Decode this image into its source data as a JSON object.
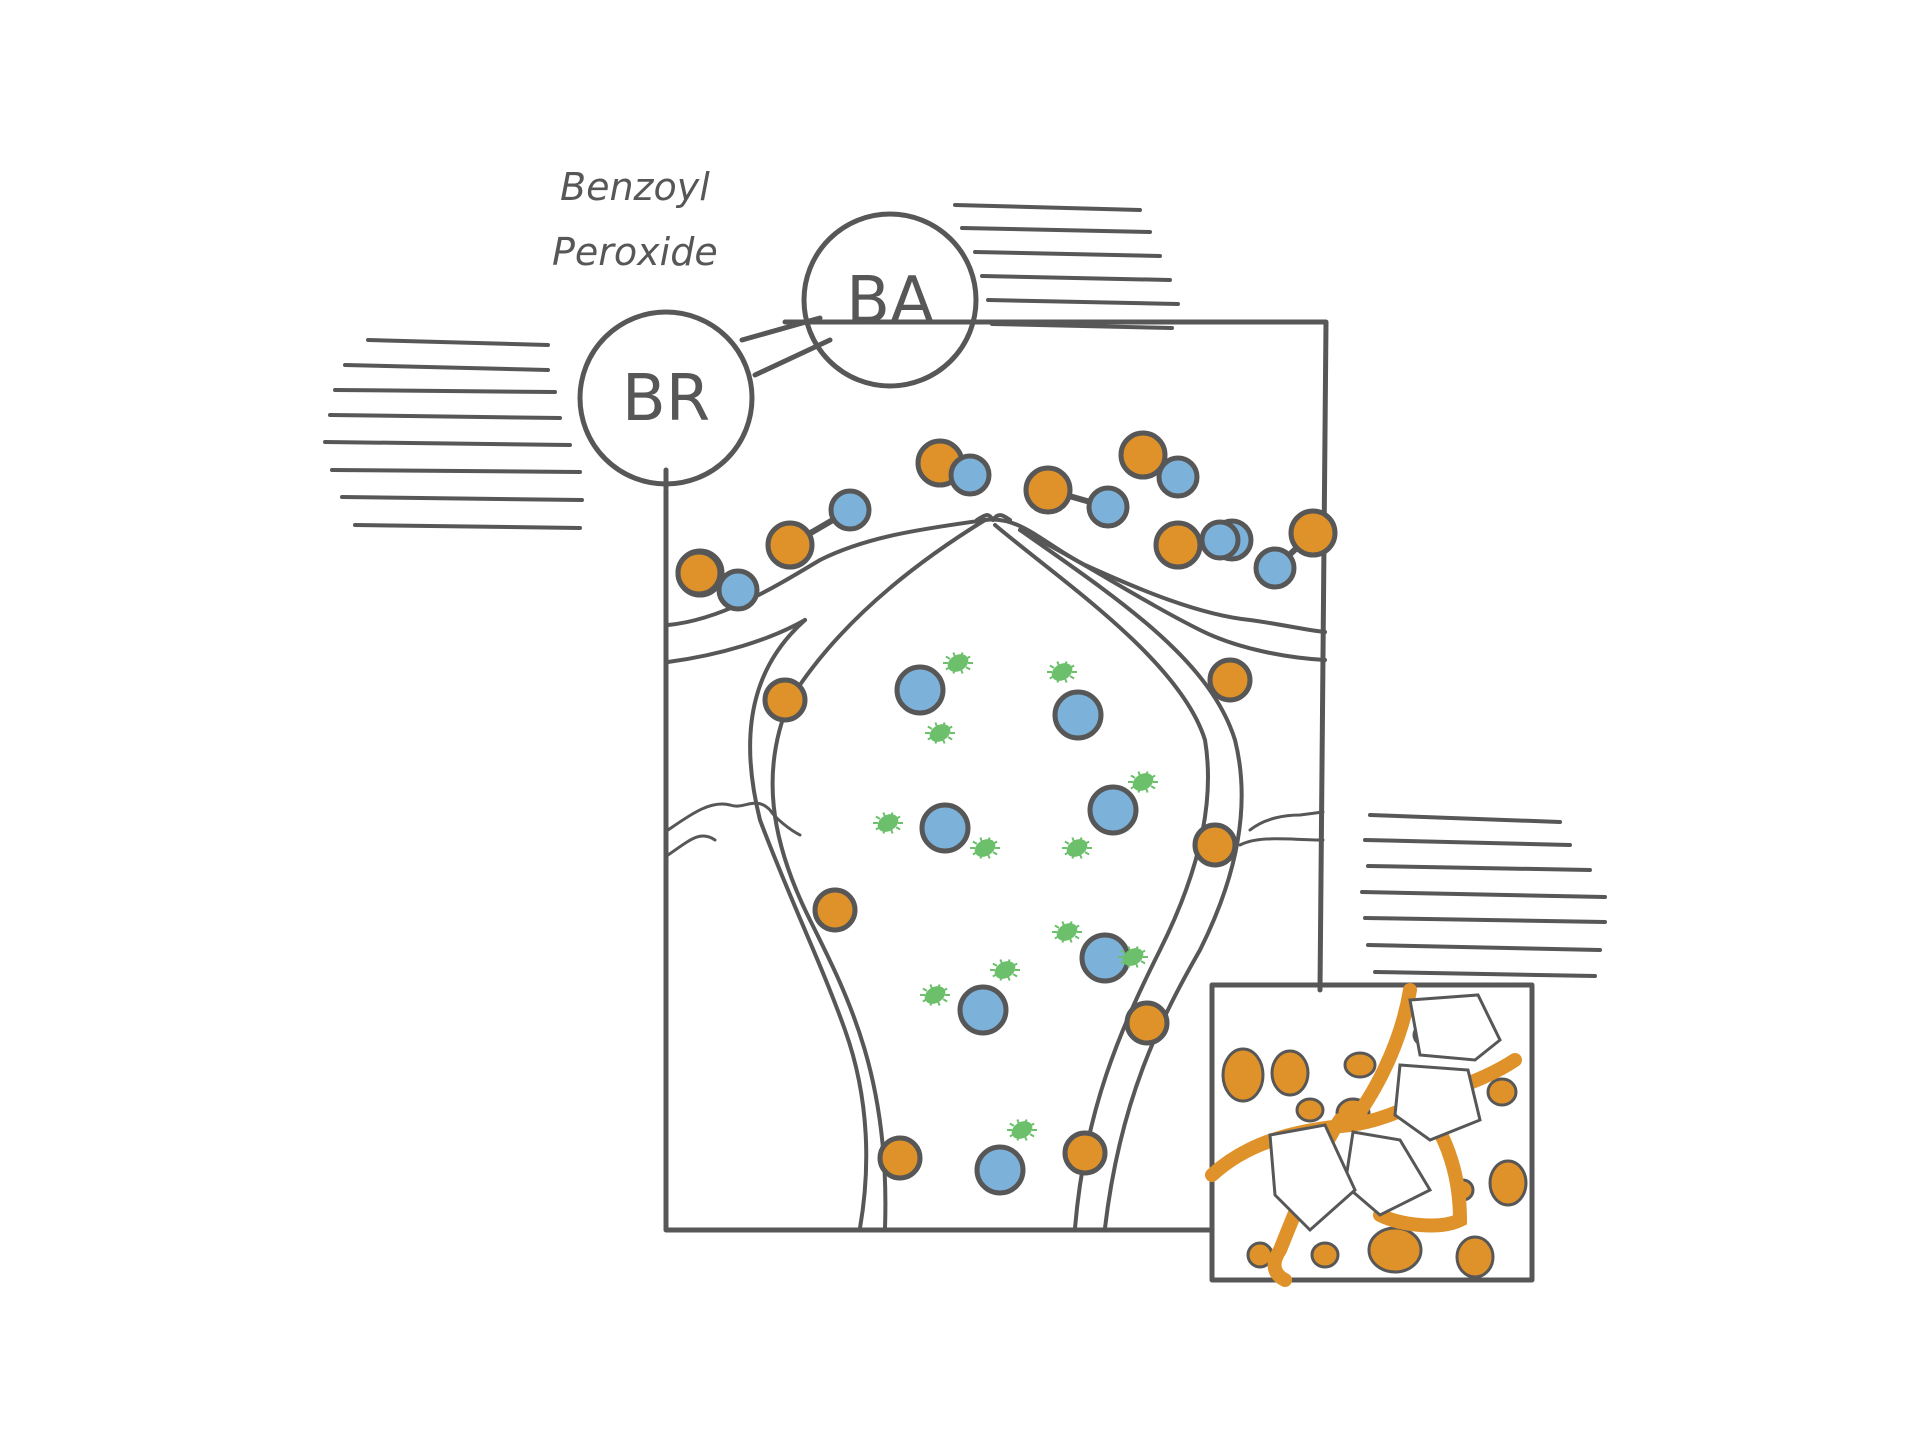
{
  "title": [
    "Benzoyl",
    "Peroxide"
  ],
  "molecule": {
    "left_label": "BR",
    "right_label": "BA"
  },
  "colors": {
    "ink": "#575757",
    "orange": "#e0922a",
    "blue": "#7cb2d9",
    "green": "#6cc06c",
    "background": "#ffffff"
  },
  "icons": [
    "molecule-node",
    "orange-particle",
    "blue-particle",
    "green-bacterium",
    "keratin-plug"
  ]
}
